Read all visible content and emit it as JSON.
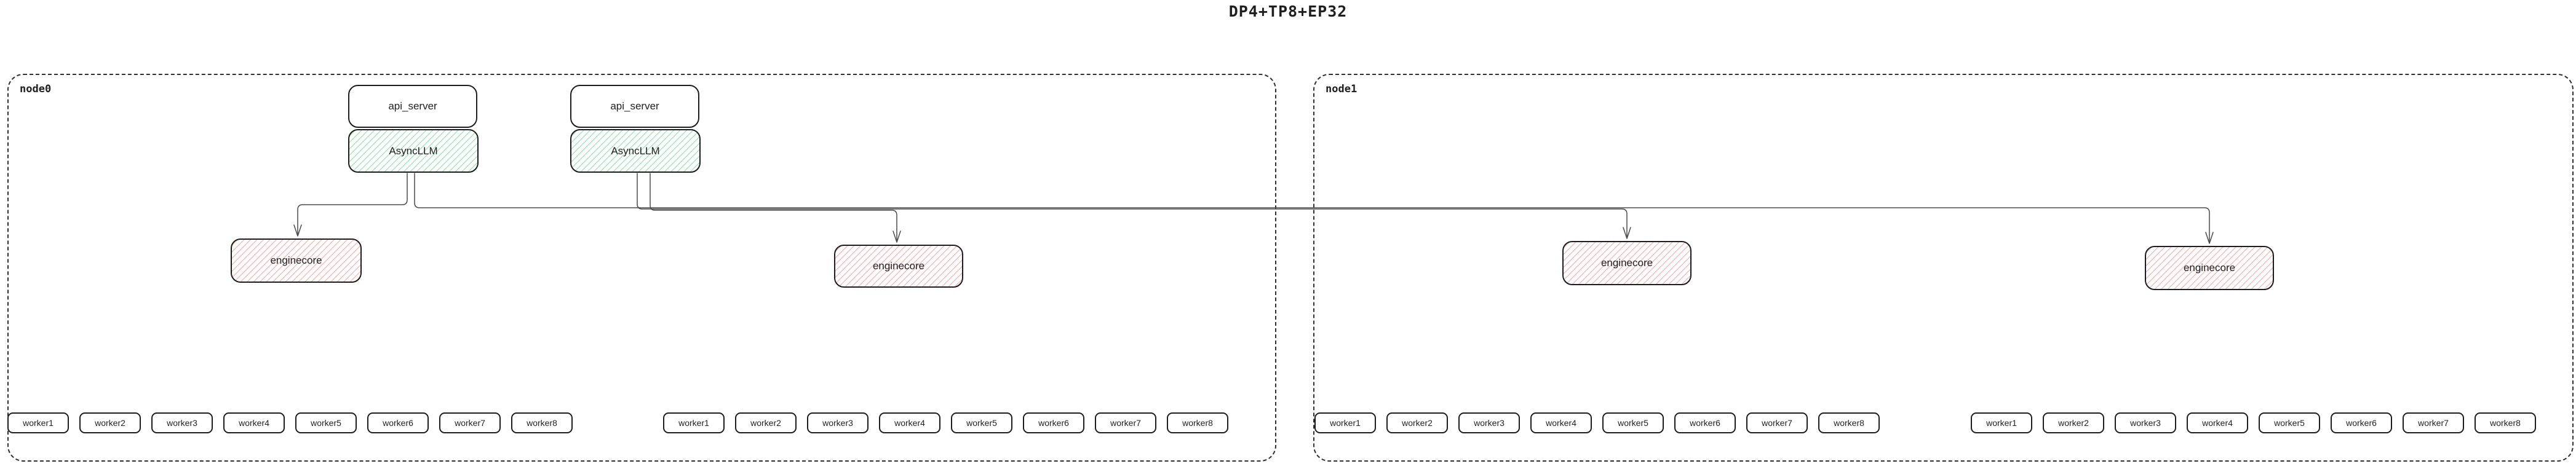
{
  "title": "DP4+TP8+EP32",
  "colors": {
    "background": "#ffffff",
    "box_border": "#1c1c1c",
    "node_border": "#2f2f2f",
    "edge": "#4a4a4a",
    "async_llm_hatch": "#a5e6ba",
    "enginecore_hatch": "#f6bcba"
  },
  "nodes": [
    {
      "label": "node0",
      "stacks": [
        {
          "api_server": "api_server",
          "async_llm": "AsyncLLM"
        },
        {
          "api_server": "api_server",
          "async_llm": "AsyncLLM"
        }
      ],
      "enginecores": [
        "enginecore",
        "enginecore"
      ],
      "worker_groups": [
        {
          "workers": [
            "worker1",
            "worker2",
            "worker3",
            "worker4",
            "worker5",
            "worker6",
            "worker7",
            "worker8"
          ]
        },
        {
          "workers": [
            "worker1",
            "worker2",
            "worker3",
            "worker4",
            "worker5",
            "worker6",
            "worker7",
            "worker8"
          ]
        }
      ]
    },
    {
      "label": "node1",
      "stacks": [],
      "enginecores": [
        "enginecore",
        "enginecore"
      ],
      "worker_groups": [
        {
          "workers": [
            "worker1",
            "worker2",
            "worker3",
            "worker4",
            "worker5",
            "worker6",
            "worker7",
            "worker8"
          ]
        },
        {
          "workers": [
            "worker1",
            "worker2",
            "worker3",
            "worker4",
            "worker5",
            "worker6",
            "worker7",
            "worker8"
          ]
        }
      ]
    }
  ],
  "edges": [
    {
      "from": "AsyncLLM-1",
      "to": "node0-enginecore-1"
    },
    {
      "from": "AsyncLLM-1",
      "to": "node1-enginecore-2"
    },
    {
      "from": "AsyncLLM-2",
      "to": "node1-enginecore-1"
    },
    {
      "from": "AsyncLLM-2",
      "to": "node0-enginecore-2"
    }
  ]
}
